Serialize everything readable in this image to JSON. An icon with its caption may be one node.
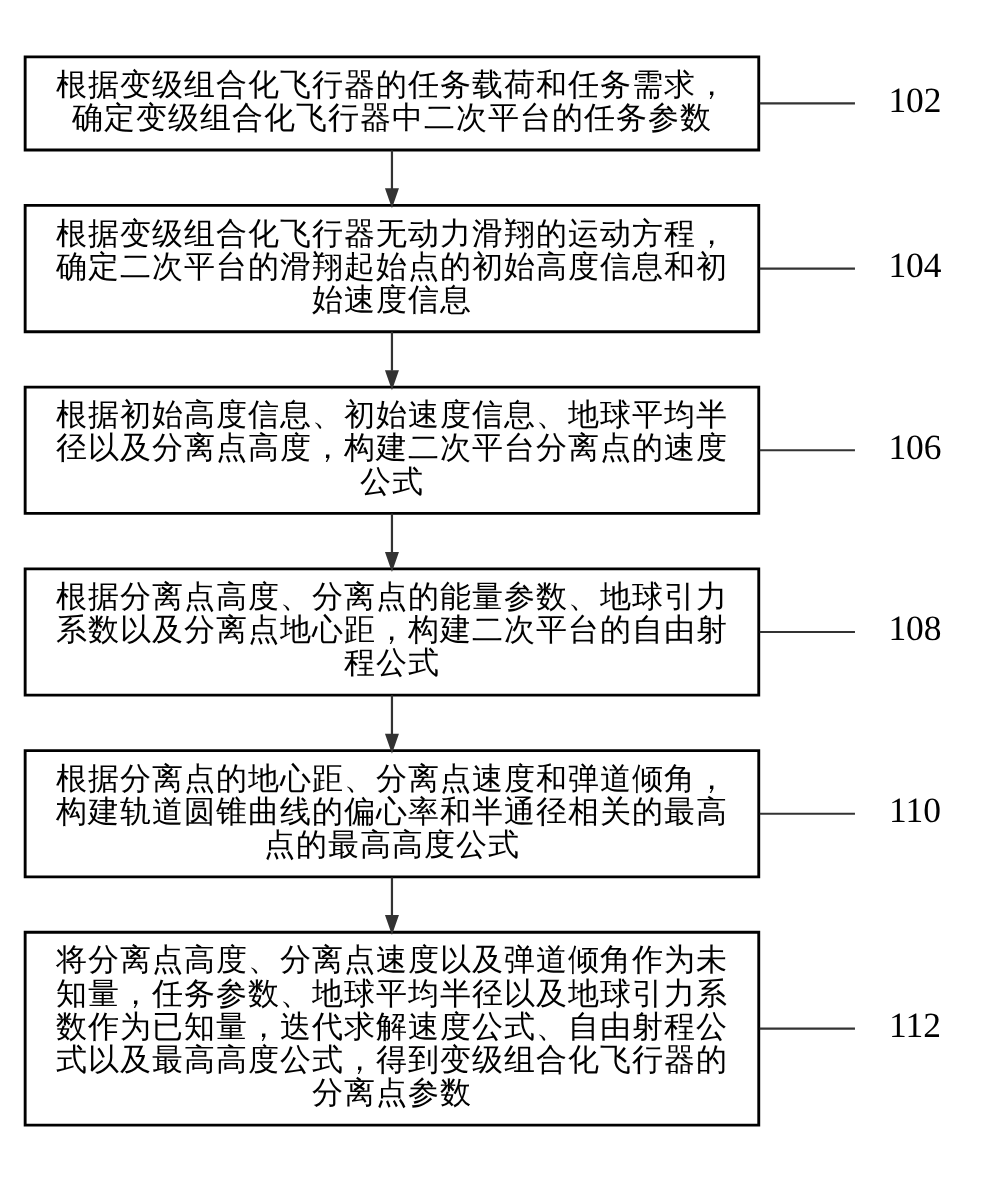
{
  "diagram": {
    "nodes": [
      {
        "text": [
          "根据变级组合化飞行器的任务载荷和任务需求，确定变级组合化飞行器中二次平台的任务参数"
        ]
      },
      {
        "text": [
          "根据变级组合化飞行器无动力滑翔的运动方程，确定二次平台的滑翔起始点的初始高度信息和初始速度信息"
        ]
      },
      {
        "text": [
          "根据初始高度信息、初始速度信息、地球平均半径以及分离点高度，构建二次平台分离点的速度公式"
        ]
      },
      {
        "text": [
          "根据分离点高度、分离点的能量参数、地球引力系数以及分离点地心距，构建二次平台的自由射程公式"
        ]
      },
      {
        "text": [
          "根据分离点的地心距、分离点速度和弹道倾角，构建轨道圆锥曲线的偏心率和半通径相关的最高点的最高高度公式"
        ]
      },
      {
        "text": [
          "将分离点高度、分离点速度以及弹道倾角作为未知量，任务参数、地球平均半径以及地球引力系数作为已知量，迭代求解速度公式、自由射程公式以及最高高度公式，得到变级组合化飞行器的分离点参数"
        ]
      },
      {
        "text": [
          "102"
        ]
      },
      {
        "text": [
          "104"
        ]
      },
      {
        "text": [
          "106"
        ]
      },
      {
        "text": [
          "108"
        ]
      },
      {
        "text": [
          "110"
        ]
      },
      {
        "text": [
          "112"
        ]
      }
    ],
    "edges": [
      {
        "from": 0,
        "to": 1,
        "arrow": "to"
      },
      {
        "from": 1,
        "to": 2,
        "arrow": "to"
      },
      {
        "from": 2,
        "to": 3,
        "arrow": "to"
      },
      {
        "from": 3,
        "to": 4,
        "arrow": "to"
      },
      {
        "from": 4,
        "to": 5,
        "arrow": "to"
      },
      {
        "from": 6,
        "to": 0,
        "arrow": "none"
      },
      {
        "from": 7,
        "to": 1,
        "arrow": "none"
      },
      {
        "from": 8,
        "to": 2,
        "arrow": "none"
      },
      {
        "from": 9,
        "to": 3,
        "arrow": "none"
      },
      {
        "from": 10,
        "to": 4,
        "arrow": "none"
      },
      {
        "from": 11,
        "to": 5,
        "arrow": "none"
      }
    ]
  }
}
